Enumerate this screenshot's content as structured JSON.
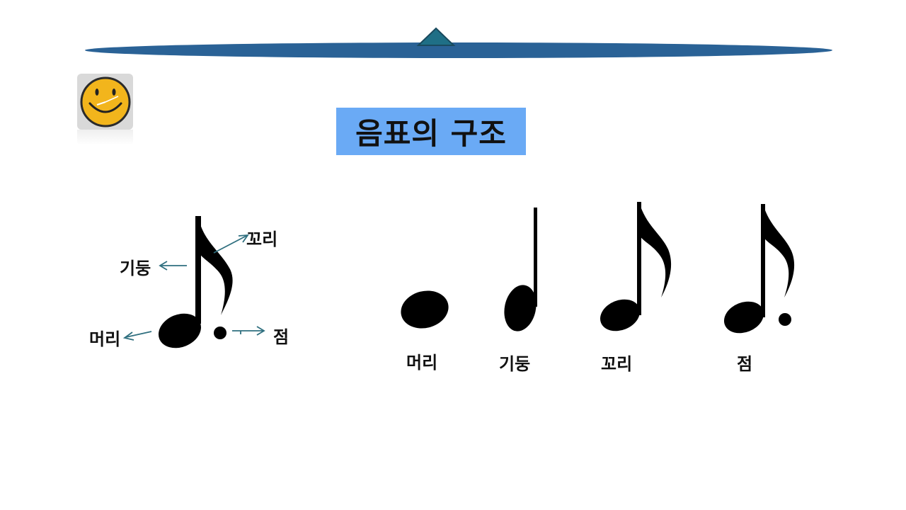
{
  "slide": {
    "title": "음표의 구조",
    "colors": {
      "banner": "#2a6296",
      "banner_triangle": "#1f5f7a",
      "title_box": "#6aaaf5",
      "arrow": "#2f6f7f",
      "note": "#000000",
      "clock_face": "#f2b51c"
    }
  },
  "diagram": {
    "labels": {
      "stem": "기둥",
      "flag": "꼬리",
      "head": "머리",
      "dot": "점"
    }
  },
  "progression": {
    "items": [
      {
        "label": "머리"
      },
      {
        "label": "기둥"
      },
      {
        "label": "꼬리"
      },
      {
        "label": "점"
      }
    ]
  },
  "icons": {
    "clock": "smiley-clock-icon",
    "banner": "banner-triangle-icon"
  }
}
